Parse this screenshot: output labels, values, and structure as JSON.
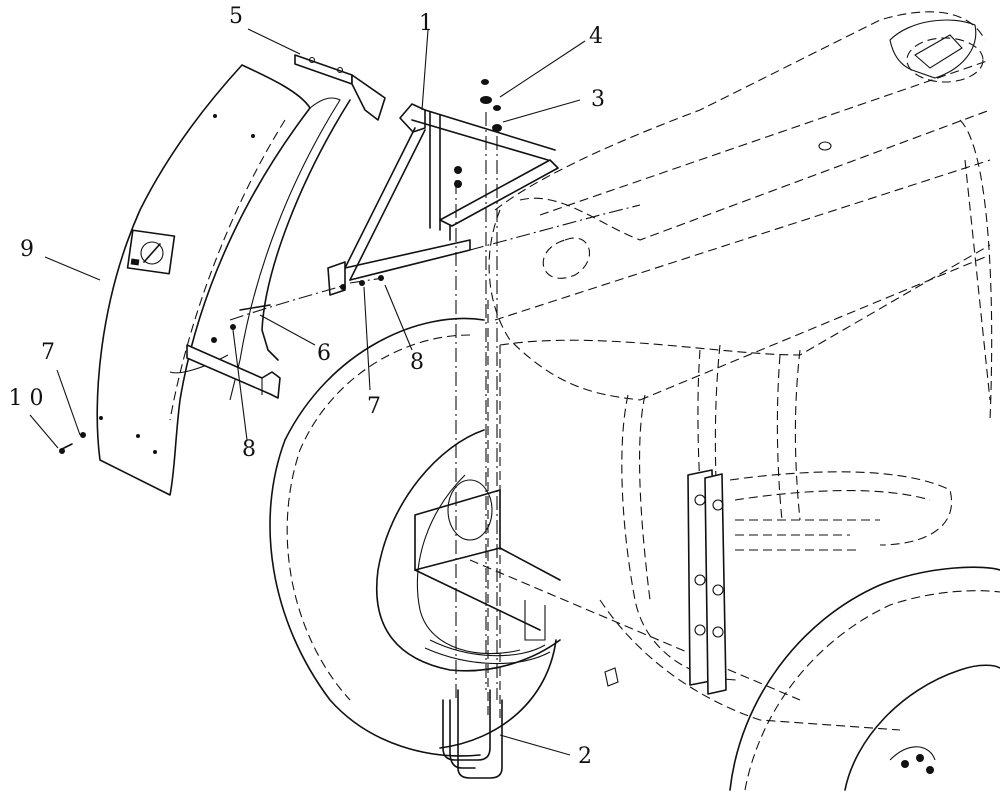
{
  "callouts": [
    {
      "id": "c1",
      "label": "1"
    },
    {
      "id": "c2",
      "label": "2"
    },
    {
      "id": "c3",
      "label": "3"
    },
    {
      "id": "c4",
      "label": "4"
    },
    {
      "id": "c5",
      "label": "5"
    },
    {
      "id": "c6",
      "label": "6"
    },
    {
      "id": "c7a",
      "label": "7"
    },
    {
      "id": "c7b",
      "label": "7"
    },
    {
      "id": "c8a",
      "label": "8"
    },
    {
      "id": "c8b",
      "label": "8"
    },
    {
      "id": "c9",
      "label": "9"
    },
    {
      "id": "c10",
      "label": "1 0"
    }
  ],
  "colors": {
    "line": "#111111",
    "background": "#ffffff"
  }
}
